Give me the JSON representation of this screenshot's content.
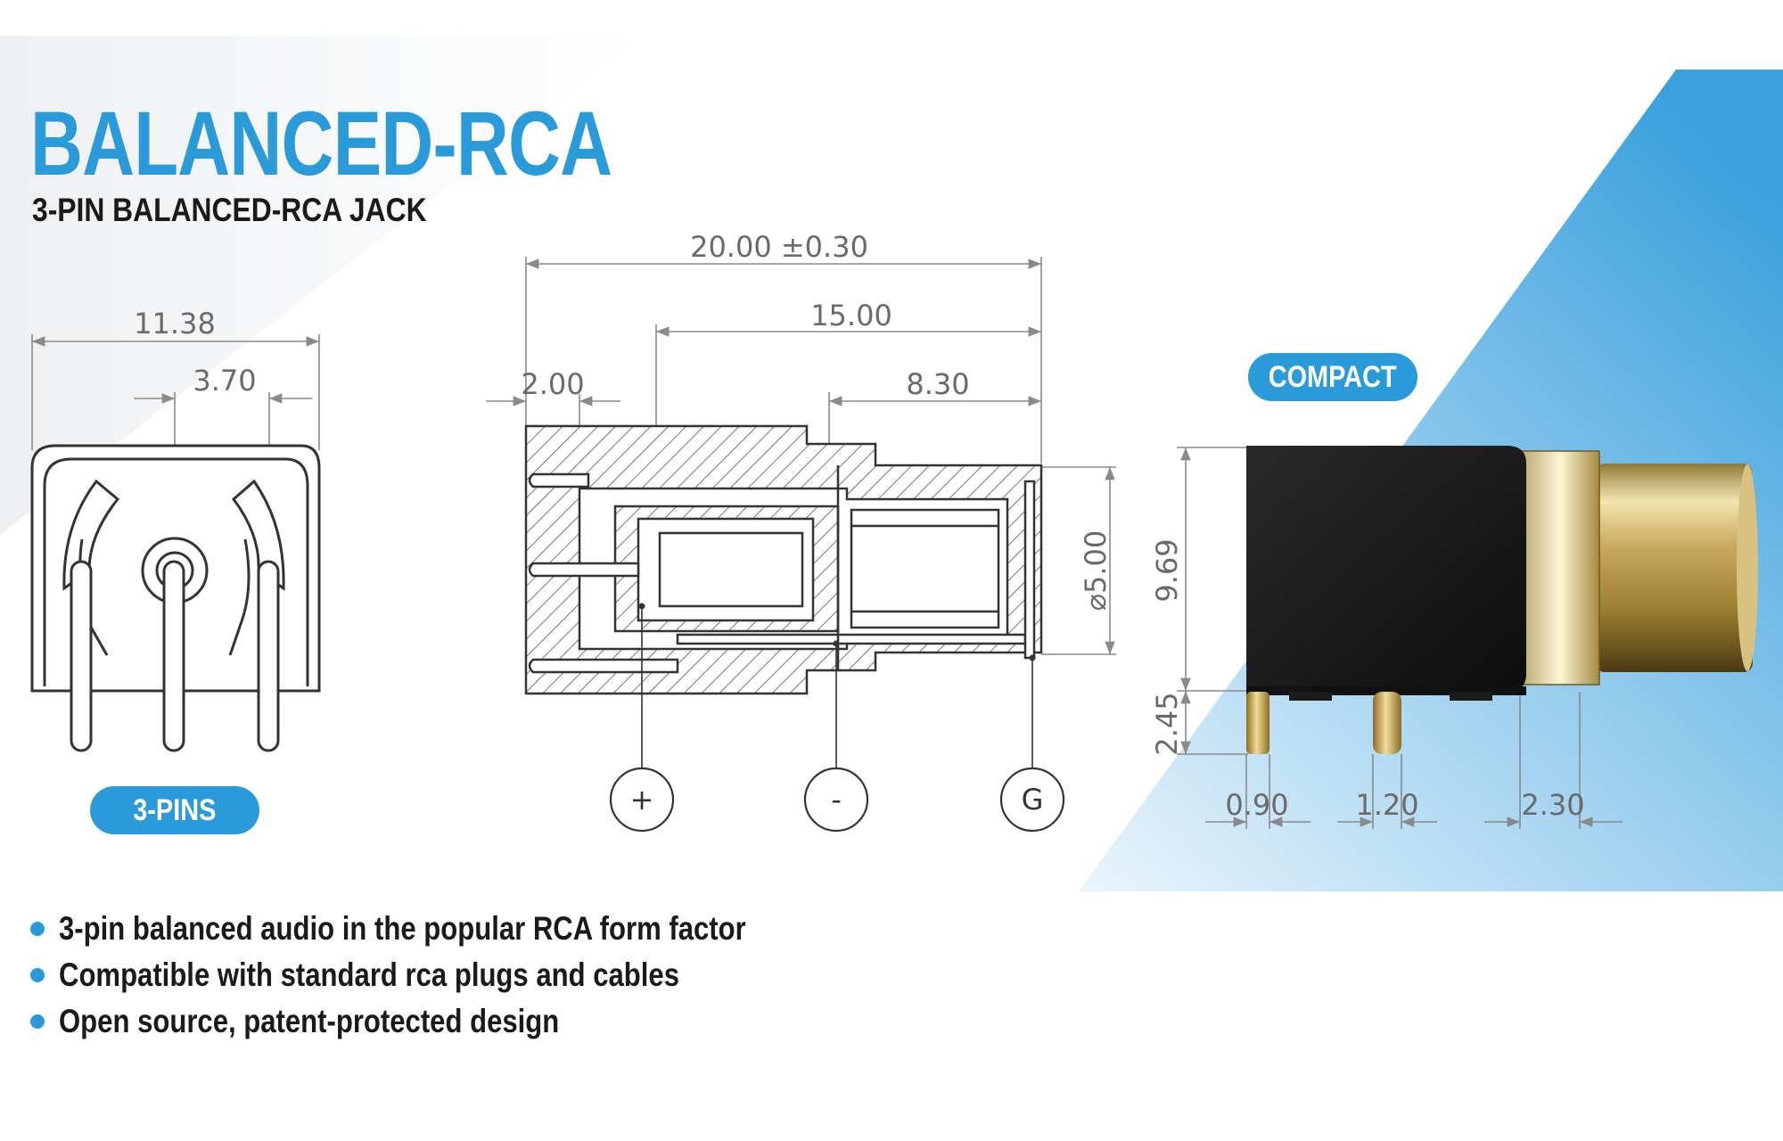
{
  "colors": {
    "accent": "#2a9ad8",
    "text": "#1a1a1a",
    "dim_line": "#8a8a8a"
  },
  "header": {
    "title": "BALANCED-RCA",
    "subtitle": "3-PIN BALANCED-RCA JACK"
  },
  "badges": {
    "pins": "3-PINS",
    "compact": "COMPACT"
  },
  "front_view": {
    "dim_width": "11.38",
    "dim_pitch": "3.70"
  },
  "section_view": {
    "dim_total": "20.00 ±0.30",
    "dim_15": "15.00",
    "dim_2": "2.00",
    "dim_830": "8.30",
    "dim_diameter": "⌀5.00",
    "pin_labels": [
      "+",
      "-",
      "G"
    ]
  },
  "side_view": {
    "dim_height": "9.69",
    "dim_pin_height": "2.45",
    "dim_090": "0.90",
    "dim_120": "1.20",
    "dim_230": "2.30"
  },
  "features": [
    "3-pin balanced audio in the popular RCA form factor",
    "Compatible with standard rca plugs and cables",
    "Open source, patent-protected design"
  ]
}
